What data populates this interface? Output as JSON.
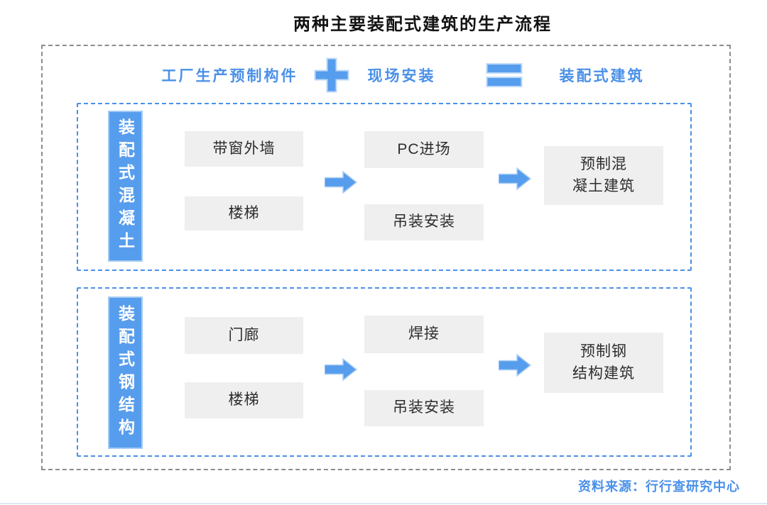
{
  "title": "两种主要装配式建筑的生产流程",
  "formula": {
    "factory": "工厂生产预制构件",
    "site": "现场安装",
    "result": "装配式建筑"
  },
  "sections": [
    {
      "label": "装配式混凝土",
      "inputs": [
        "带窗外墙",
        "楼梯"
      ],
      "steps": [
        "PC进场",
        "吊装安装"
      ],
      "output": [
        "预制混",
        "凝土建筑"
      ]
    },
    {
      "label": "装配式钢结构",
      "inputs": [
        "门廊",
        "楼梯"
      ],
      "steps": [
        "焊接",
        "吊装安装"
      ],
      "output": [
        "预制钢",
        "结构建筑"
      ]
    }
  ],
  "source": "资料来源：行行查研究中心",
  "colors": {
    "accent_text": "#4a90e8",
    "shape_fill": "#579ded",
    "shape_stroke": "#aecff5",
    "box_bg": "#efefef",
    "frame_gray": "#8d8d8d",
    "label_text": "#ffffff"
  },
  "icons": {
    "plus": "plus-icon",
    "equals": "equals-icon",
    "arrow": "arrow-right-icon"
  }
}
